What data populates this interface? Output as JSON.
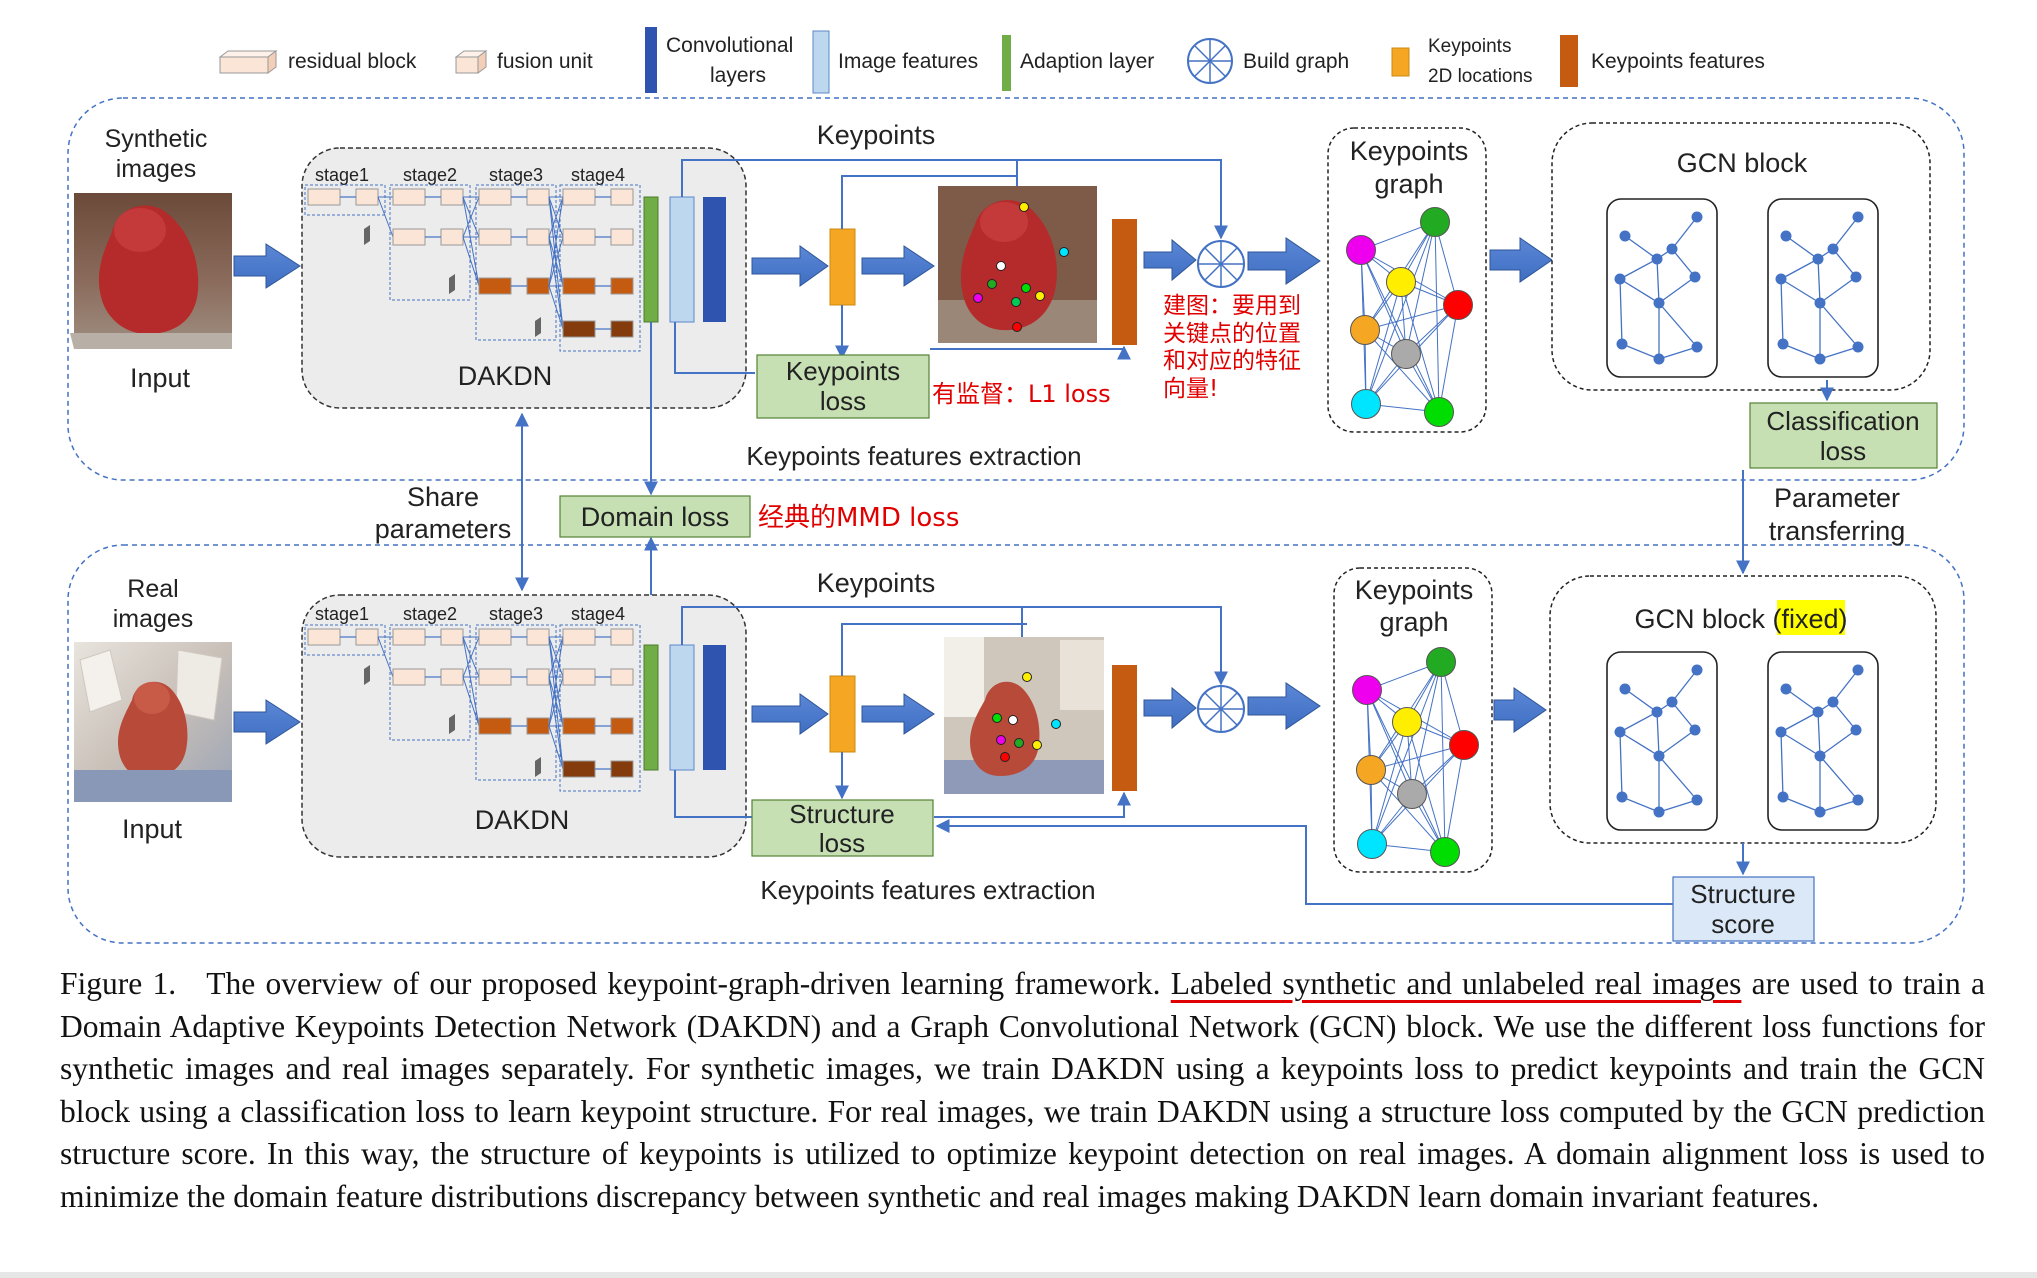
{
  "legend": {
    "residual_block": "residual block",
    "fusion_unit": "fusion unit",
    "conv_layers_1": "Convolutional",
    "conv_layers_2": "layers",
    "image_features": "Image features",
    "adaption_layer": "Adaption layer",
    "build_graph": "Build graph",
    "kp_2d_1": "Keypoints",
    "kp_2d_2": "2D locations",
    "kp_features": "Keypoints features"
  },
  "top": {
    "images_1": "Synthetic",
    "images_2": "images",
    "input": "Input",
    "stages": [
      "stage1",
      "stage2",
      "stage3",
      "stage4"
    ],
    "network": "DAKDN",
    "keypoints": "Keypoints",
    "loss_1": "Keypoints",
    "loss_2": "loss",
    "supervision_note": "有监督：L1 loss",
    "graph_note_1": "建图：要用到",
    "graph_note_2": "关键点的位置",
    "graph_note_3": "和对应的特征",
    "graph_note_4": "向量!",
    "kp_graph_1": "Keypoints",
    "kp_graph_2": "graph",
    "gcn_title": "GCN block",
    "cls_loss_1": "Classification",
    "cls_loss_2": "loss",
    "section": "Keypoints features extraction"
  },
  "middle": {
    "share_1": "Share",
    "share_2": "parameters",
    "domain_loss": "Domain loss",
    "domain_note": "经典的MMD loss",
    "param_1": "Parameter",
    "param_2": "transferring"
  },
  "bottom": {
    "images_1": "Real",
    "images_2": "images",
    "input": "Input",
    "stages": [
      "stage1",
      "stage2",
      "stage3",
      "stage4"
    ],
    "network": "DAKDN",
    "keypoints": "Keypoints",
    "loss_1": "Structure",
    "loss_2": "loss",
    "kp_graph_1": "Keypoints",
    "kp_graph_2": "graph",
    "gcn_title_prefix": "GCN block (",
    "gcn_title_fixed": "fixed",
    "gcn_title_suffix": ")",
    "score_1": "Structure",
    "score_2": "score",
    "section": "Keypoints features extraction"
  },
  "caption": {
    "label": "Figure 1.",
    "part1": "The overview of our proposed keypoint-graph-driven learning framework.",
    "underlined": "Labeled synthetic and unlabeled real images",
    "part2": "are used to train a Domain Adaptive Keypoints Detection Network (DAKDN) and a Graph Convolutional Network (GCN) block. We use the different loss functions for synthetic images and real images separately. For synthetic images, we train DAKDN using a keypoints loss to predict keypoints and train the GCN block using a classification loss to learn keypoint structure. For real images, we train DAKDN using a structure loss computed by the GCN prediction structure score. In this way, the structure of keypoints is utilized to optimize keypoint detection on real images. A domain alignment loss is used to minimize the domain feature distributions discrepancy between synthetic and real images making DAKDN learn domain invariant features."
  },
  "colors": {
    "arrow": "#4472c4",
    "conv": "#2e54b0",
    "image_features": "#bdd7ee",
    "adaption": "#70ad47",
    "kp2d": "#f5a623",
    "kpfeat": "#c55a11",
    "loss_box": "#c6e0b4",
    "score_box": "#dae8f8",
    "annotation_red": "#e00000",
    "fixed_highlight": "#ffff00"
  },
  "graph_node_colors": [
    "#ee00ee",
    "#22aa22",
    "#ffee00",
    "#ff0000",
    "#f5a623",
    "#aaaaaa",
    "#00e5ff",
    "#00dd00"
  ]
}
